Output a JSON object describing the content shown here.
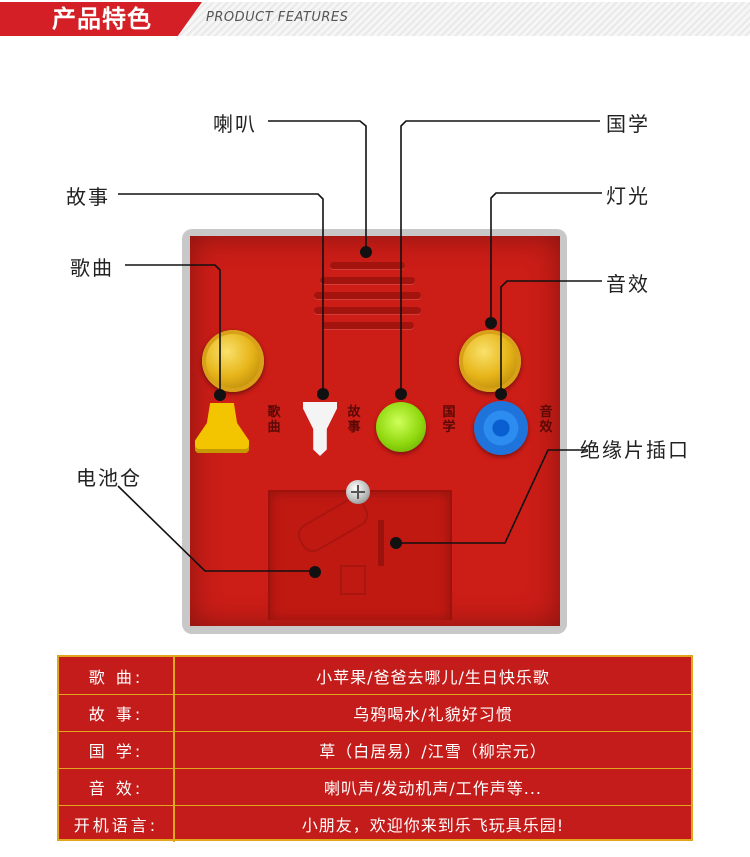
{
  "header": {
    "title": "产品特色",
    "subtitle": "PRODUCT FEATURES",
    "accent_color": "#d31f25"
  },
  "callouts": {
    "speaker": "喇叭",
    "guoxue": "国学",
    "story": "故事",
    "light": "灯光",
    "song": "歌曲",
    "sound_effect": "音效",
    "insulator": "绝缘片插口",
    "battery": "电池仓"
  },
  "panel_labels": {
    "song": "歌曲",
    "story": "故事",
    "guoxue": "国学",
    "sound_effect": "音效"
  },
  "panel_colors": {
    "body": "#cc1d17",
    "song_button": "#f3c400",
    "story_button": "#f4f4f4",
    "guoxue_button": "#8fd80e",
    "sound_effect_button": "#1f74dc",
    "light": "#e7b51a"
  },
  "features": [
    {
      "label": "歌 曲:",
      "value": "小苹果/爸爸去哪儿/生日快乐歌"
    },
    {
      "label": "故 事:",
      "value": "乌鸦喝水/礼貌好习惯"
    },
    {
      "label": "国 学:",
      "value": "草（白居易）/江雪（柳宗元）"
    },
    {
      "label": "音 效:",
      "value": "喇叭声/发动机声/工作声等..."
    },
    {
      "label": "开机语言:",
      "value": "小朋友，欢迎你来到乐飞玩具乐园!"
    }
  ],
  "table_colors": {
    "background": "#c41c1a",
    "border": "#e0a71c"
  }
}
